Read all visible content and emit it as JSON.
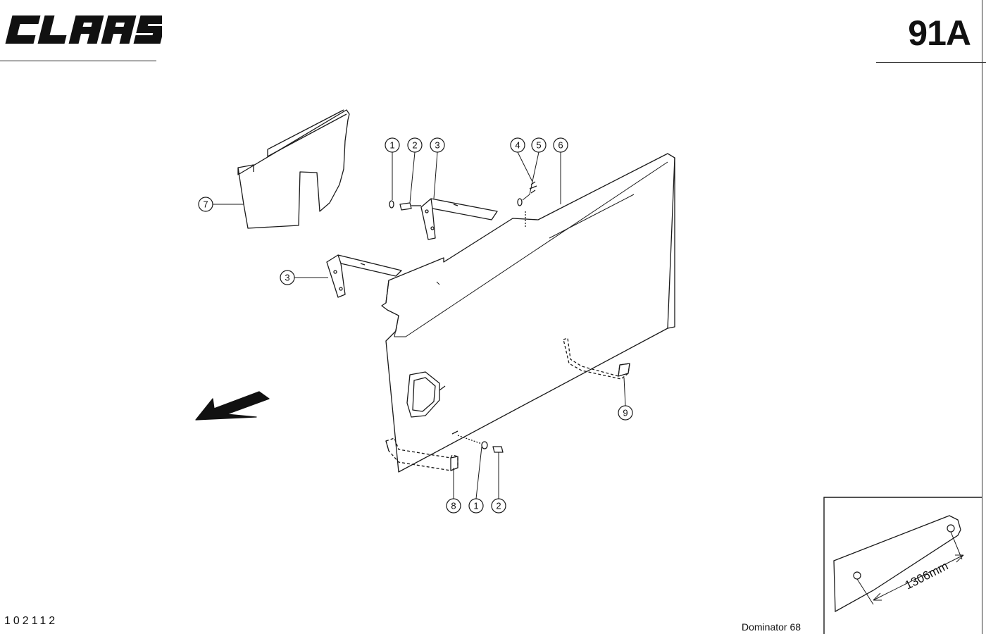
{
  "header": {
    "brand": "CLAAS",
    "page_number": "91A"
  },
  "footer": {
    "document_number": "102112",
    "model": "Dominator 68"
  },
  "callouts": [
    "1",
    "2",
    "3",
    "4",
    "5",
    "6",
    "7",
    "3",
    "9",
    "8",
    "1",
    "2"
  ],
  "inset": {
    "dimension": "1306mm"
  },
  "colors": {
    "line": "#1a1a1a",
    "background": "#ffffff"
  }
}
